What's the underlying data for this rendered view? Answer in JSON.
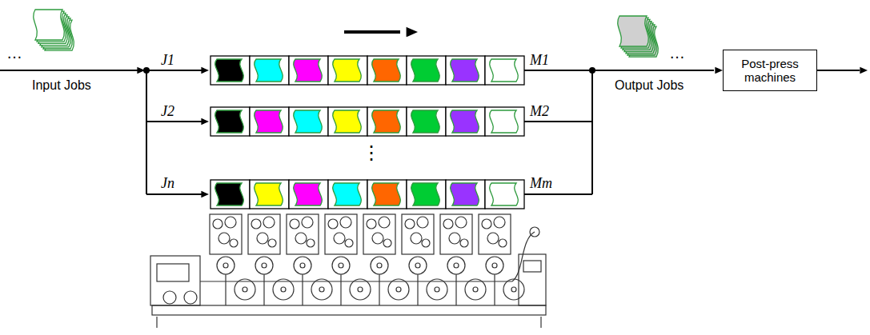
{
  "diagram": {
    "nodes": [
      {
        "text": [
          "Post-press machines"
        ]
      }
    ],
    "labels": [
      "…",
      "Input Jobs",
      "J1",
      "J2",
      "Jn",
      "M1",
      "M2",
      "⋮",
      "Mm",
      "…",
      "Output Jobs"
    ]
  }
}
